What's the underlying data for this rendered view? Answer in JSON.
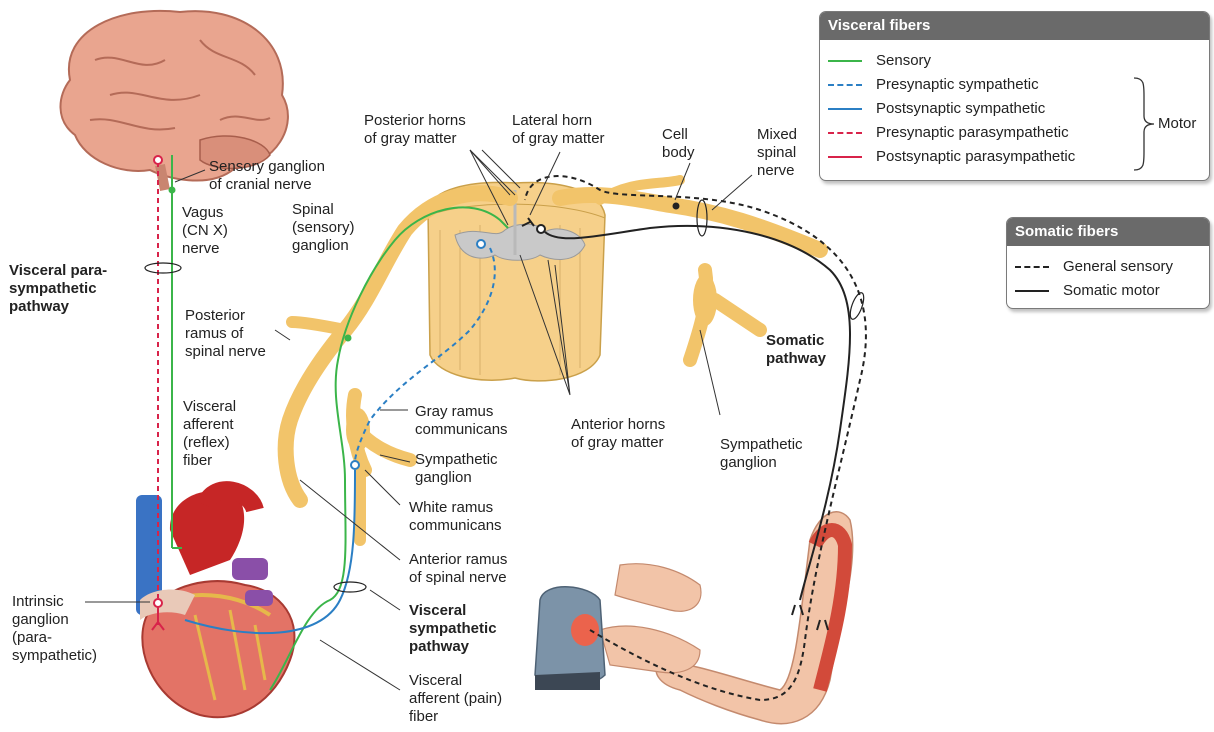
{
  "legend_visceral": {
    "title": "Visceral fibers",
    "items": [
      {
        "label": "Sensory",
        "color": "#3bb54a",
        "style": "solid"
      },
      {
        "label": "Presynaptic sympathetic",
        "color": "#2b7fc4",
        "style": "dashed"
      },
      {
        "label": "Postsynaptic sympathetic",
        "color": "#2b7fc4",
        "style": "solid"
      },
      {
        "label": "Presynaptic parasympathetic",
        "color": "#d8234a",
        "style": "dashed"
      },
      {
        "label": "Postsynaptic parasympathetic",
        "color": "#d8234a",
        "style": "solid"
      }
    ],
    "bracket_label": "Motor"
  },
  "legend_somatic": {
    "title": "Somatic fibers",
    "items": [
      {
        "label": "General sensory",
        "color": "#222222",
        "style": "dashed"
      },
      {
        "label": "Somatic motor",
        "color": "#222222",
        "style": "solid"
      }
    ]
  },
  "labels": {
    "sensory_ganglion_cranial": "Sensory ganglion\nof cranial nerve",
    "vagus": "Vagus\n(CN X)\nnerve",
    "visceral_parasympathetic": "Visceral para-\nsympathetic\npathway",
    "spinal_ganglion": "Spinal\n(sensory)\nganglion",
    "posterior_horns": "Posterior horns\nof gray matter",
    "lateral_horn": "Lateral horn\nof gray matter",
    "cell_body": "Cell\nbody",
    "mixed_spinal_nerve": "Mixed\nspinal\nnerve",
    "posterior_ramus": "Posterior\nramus of\nspinal nerve",
    "visceral_afferent_reflex": "Visceral\nafferent\n(reflex)\nfiber",
    "gray_ramus": "Gray ramus\ncommunicans",
    "sympathetic_ganglion_left": "Sympathetic\nganglion",
    "white_ramus": "White ramus\ncommunicans",
    "anterior_ramus": "Anterior ramus\nof spinal nerve",
    "visceral_sympathetic": "Visceral\nsympathetic\npathway",
    "visceral_afferent_pain": "Visceral\nafferent (pain)\nfiber",
    "anterior_horns": "Anterior horns\nof gray matter",
    "sympathetic_ganglion_right": "Sympathetic\nganglion",
    "somatic_pathway": "Somatic\npathway",
    "intrinsic_ganglion": "Intrinsic\nganglion\n(para-\nsympathetic)"
  }
}
